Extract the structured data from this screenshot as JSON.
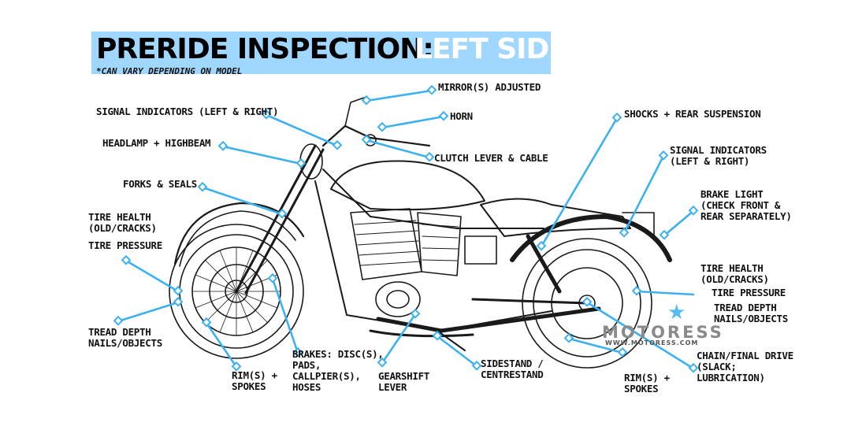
{
  "title": {
    "main": "PRERIDE INSPECTION:",
    "highlight": "LEFT SIDE"
  },
  "subtitle": "*CAN VARY DEPENDING ON MODEL",
  "colors": {
    "accent": "#3db1f0",
    "title_bg": "#9fd7ff",
    "line_art": "#1a1a1a"
  },
  "labels": {
    "mirrors": "MIRROR(S) ADJUSTED",
    "signal_front": "SIGNAL INDICATORS (LEFT & RIGHT)",
    "horn": "HORN",
    "headlamp": "HEADLAMP + HIGHBEAM",
    "clutch": "CLUTCH LEVER & CABLE",
    "forks": "FORKS & SEALS",
    "tire_health_front": "TIRE HEALTH\n(OLD/CRACKS)",
    "tire_pressure_front": "TIRE PRESSURE",
    "tread_front": "TREAD DEPTH\nNAILS/OBJECTS",
    "rim_front": "RIM(S) +\nSPOKES",
    "brakes": "BRAKES: DISC(S),\nPADS,\nCALLPIER(S),\nHOSES",
    "gearshift": "GEARSHIFT\nLEVER",
    "sidestand": "SIDESTAND /\nCENTRESTAND",
    "shocks": "SHOCKS + REAR SUSPENSION",
    "signal_rear": "SIGNAL INDICATORS\n(LEFT & RIGHT)",
    "brake_light": "BRAKE LIGHT\n(CHECK FRONT &\nREAR SEPARATELY)",
    "tire_health_rear": "TIRE HEALTH\n(OLD/CRACKS)",
    "tire_pressure_rear": "TIRE PRESSURE",
    "tread_rear": "TREAD DEPTH\nNAILS/OBJECTS",
    "rim_rear": "RIM(S) +\nSPOKES",
    "chain": "CHAIN/FINAL DRIVE\n(SLACK;\nLUBRICATION)"
  },
  "brand": {
    "name": "MOTORESS",
    "url": "WWW.MOTORESS.COM"
  }
}
